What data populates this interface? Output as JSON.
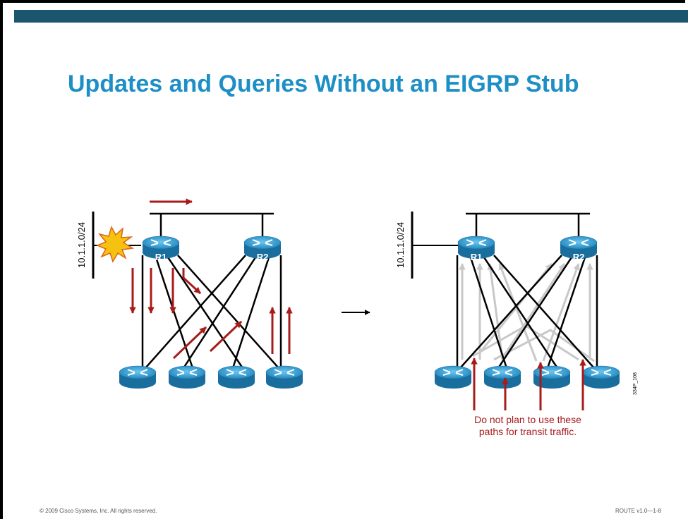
{
  "title": "Updates and Queries Without an EIGRP Stub",
  "left_diagram": {
    "subnet_label": "10.1.1.0/24",
    "router1_label": "R1",
    "router2_label": "R2"
  },
  "right_diagram": {
    "subnet_label": "10.1.1.0/24",
    "router1_label": "R1",
    "router2_label": "R2",
    "annotation_line1": "Do not plan to use these",
    "annotation_line2": "paths for transit traffic.",
    "figure_id": "334P_108"
  },
  "footer": {
    "copyright": "© 2009 Cisco Systems, Inc. All rights reserved.",
    "course": "ROUTE v1.0—1-8"
  },
  "colors": {
    "bar": "#1c566e",
    "title": "#1d8fc6",
    "arrow_red": "#a81b1b",
    "router_blue": "#2a8fc7",
    "gray_path": "#c8c8c8"
  }
}
